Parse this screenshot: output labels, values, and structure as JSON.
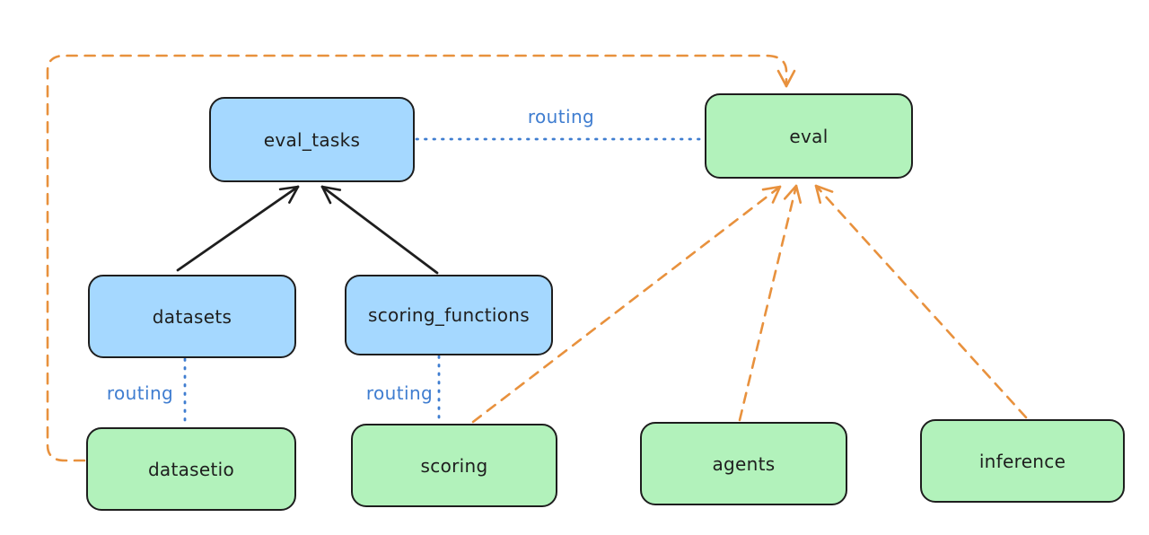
{
  "colors": {
    "node_blue_fill": "#a5d8ff",
    "node_green_fill": "#b2f2bb",
    "border": "#1e1e1e",
    "routing_blue": "#3f7dd0",
    "provider_orange": "#e8913d",
    "bg": "#ffffff"
  },
  "nodes": {
    "eval_tasks": {
      "label": "eval_tasks",
      "kind": "registry-blue"
    },
    "eval": {
      "label": "eval",
      "kind": "api-green"
    },
    "datasets": {
      "label": "datasets",
      "kind": "registry-blue"
    },
    "scoring_functions": {
      "label": "scoring_functions",
      "kind": "registry-blue"
    },
    "datasetio": {
      "label": "datasetio",
      "kind": "api-green"
    },
    "scoring": {
      "label": "scoring",
      "kind": "api-green"
    },
    "agents": {
      "label": "agents",
      "kind": "api-green"
    },
    "inference": {
      "label": "inference",
      "kind": "api-green"
    }
  },
  "edge_labels": {
    "eval_tasks_eval": "routing",
    "datasets_datasetio": "routing",
    "scoring_functions_scoring": "routing"
  },
  "edges": [
    {
      "from": "datasets",
      "to": "eval_tasks",
      "style": "solid-black-arrow"
    },
    {
      "from": "scoring_functions",
      "to": "eval_tasks",
      "style": "solid-black-arrow"
    },
    {
      "from": "eval_tasks",
      "to": "eval",
      "style": "dotted-blue",
      "label": "routing"
    },
    {
      "from": "datasets",
      "to": "datasetio",
      "style": "dotted-blue",
      "label": "routing"
    },
    {
      "from": "scoring_functions",
      "to": "scoring",
      "style": "dotted-blue",
      "label": "routing"
    },
    {
      "from": "datasetio",
      "to": "eval",
      "style": "dashed-orange-arrow"
    },
    {
      "from": "scoring",
      "to": "eval",
      "style": "dashed-orange-arrow"
    },
    {
      "from": "agents",
      "to": "eval",
      "style": "dashed-orange-arrow"
    },
    {
      "from": "inference",
      "to": "eval",
      "style": "dashed-orange-arrow"
    }
  ]
}
